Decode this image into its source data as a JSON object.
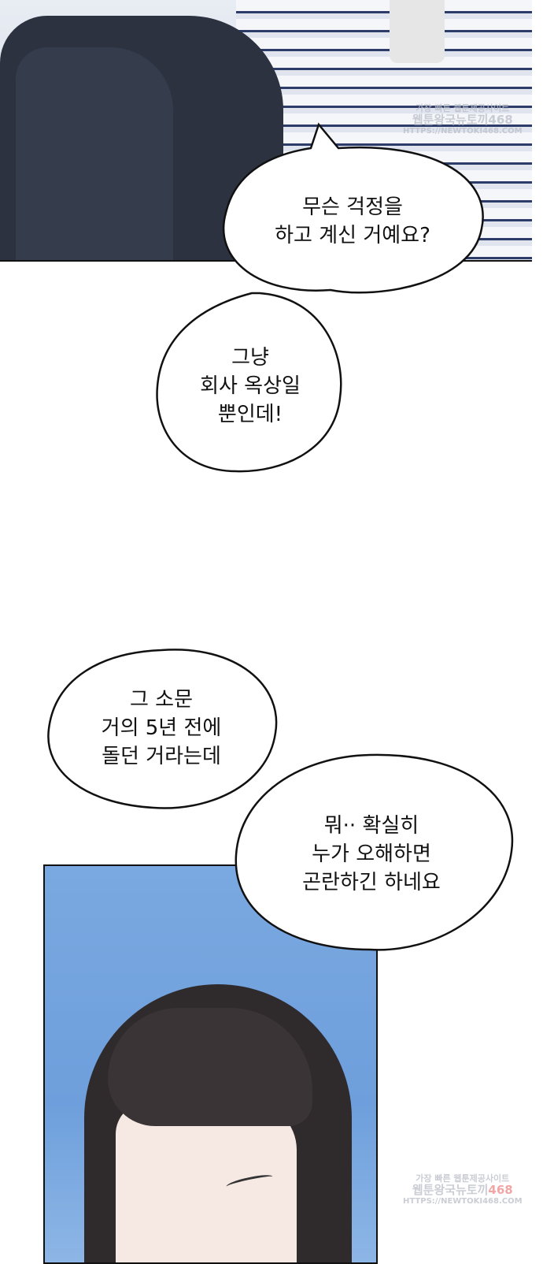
{
  "bubbles": [
    {
      "lines": [
        "무슨 걱정을",
        "하고 계신 거예요?"
      ]
    },
    {
      "lines": [
        "그냥",
        "회사 옥상일",
        "뿐인데!"
      ]
    },
    {
      "lines": [
        "그 소문",
        "거의 5년 전에",
        "돌던 거라는데"
      ]
    },
    {
      "lines": [
        "뭐·· 확실히",
        "누가 오해하면",
        "곤란하긴 하네요"
      ]
    }
  ],
  "watermark": {
    "line1": "가장 빠른 웹툰제공사이트",
    "line2": "웹툰왕국뉴토끼",
    "number": "468",
    "url": "HTTPS://NEWTOKI468.COM"
  }
}
